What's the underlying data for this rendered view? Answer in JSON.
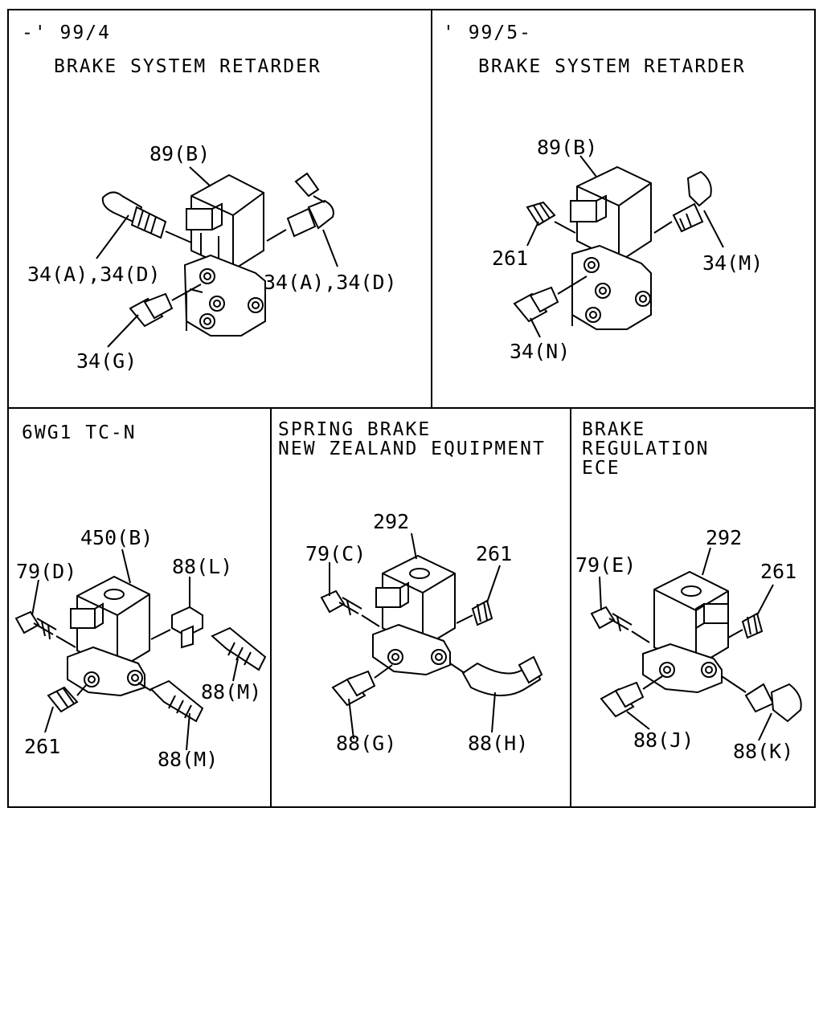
{
  "panels": [
    {
      "id": "p1",
      "lines": [
        "-' 99/4",
        "BRAKE SYSTEM RETARDER"
      ],
      "labels": [
        "89(B)",
        "34(A),34(D)",
        "34(A),34(D)",
        "34(G)"
      ]
    },
    {
      "id": "p2",
      "lines": [
        "' 99/5-",
        "BRAKE SYSTEM RETARDER"
      ],
      "labels": [
        "89(B)",
        "261",
        "34(M)",
        "34(N)"
      ]
    },
    {
      "id": "p3",
      "lines": [
        "6WG1 TC-N"
      ],
      "labels": [
        "450(B)",
        "79(D)",
        "88(L)",
        "88(M)",
        "88(M)",
        "261"
      ]
    },
    {
      "id": "p4",
      "lines": [
        "SPRING BRAKE",
        "NEW ZEALAND EQUIPMENT"
      ],
      "labels": [
        "292",
        "79(C)",
        "261",
        "88(G)",
        "88(H)"
      ]
    },
    {
      "id": "p5",
      "lines": [
        "BRAKE",
        "REGULATION",
        "ECE"
      ],
      "labels": [
        "292",
        "79(E)",
        "261",
        "88(J)",
        "88(K)"
      ]
    }
  ]
}
